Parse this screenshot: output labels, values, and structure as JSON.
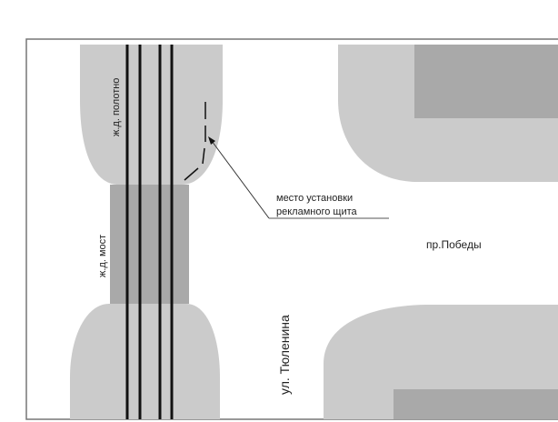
{
  "labels": {
    "rail_track": "ж.д. полотно",
    "rail_bridge": "ж.д. мост",
    "street": "ул. Тюленина",
    "avenue": "пр.Победы",
    "callout_line1": "место установки",
    "callout_line2": "рекламного щита"
  },
  "colors": {
    "light_gray": "#cbcbcb",
    "dark_gray": "#a9a9a9",
    "rail": "#111111"
  }
}
